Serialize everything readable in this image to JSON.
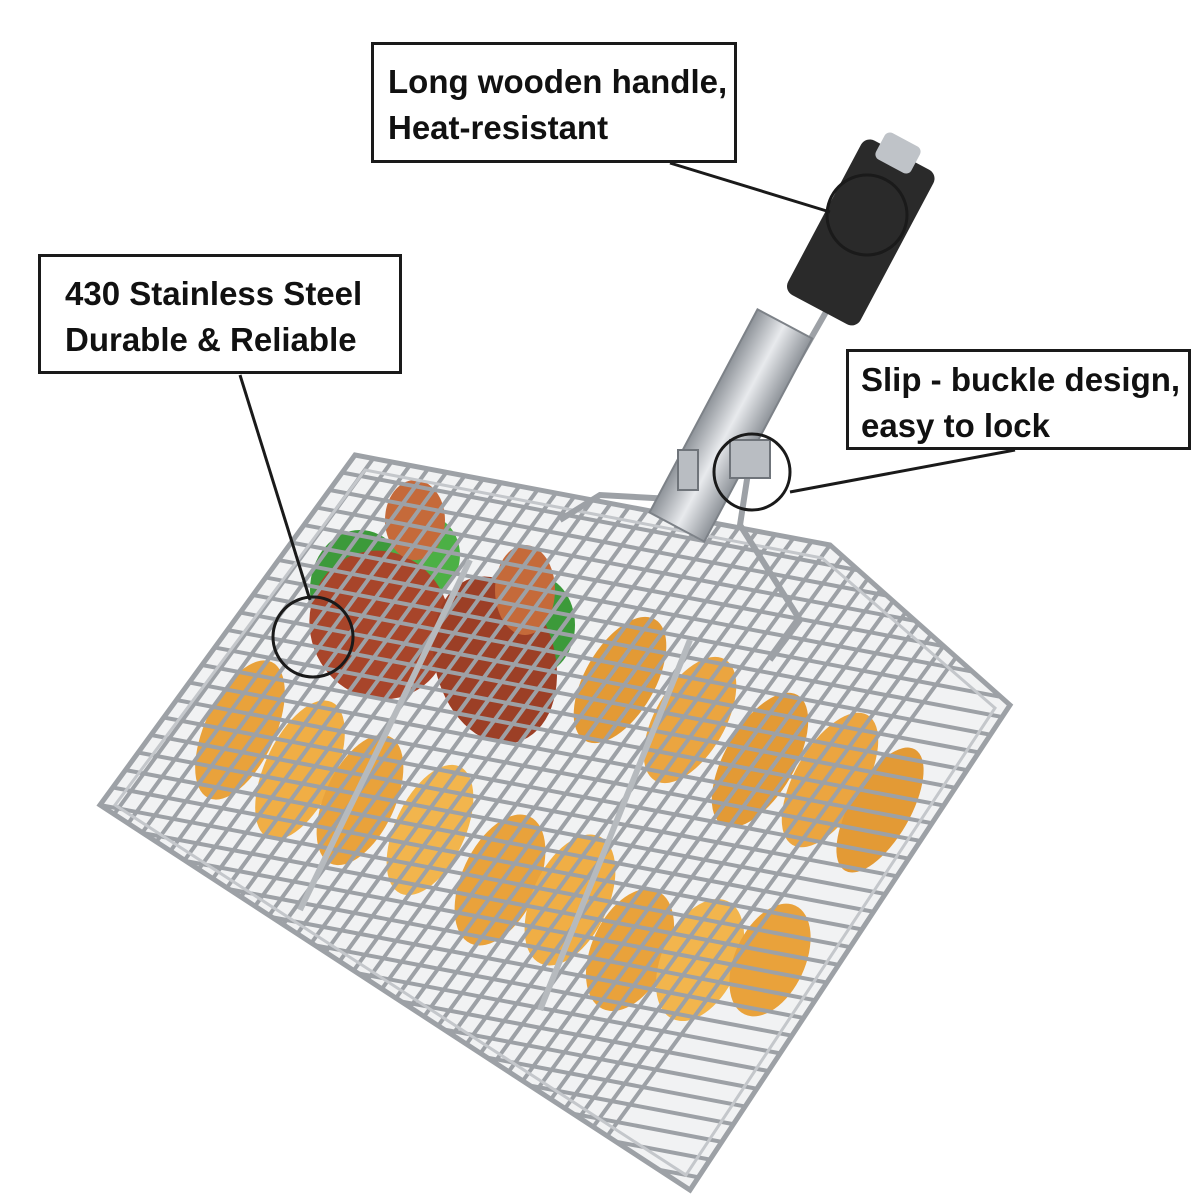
{
  "callouts": {
    "handle": {
      "line1": "Long wooden handle,",
      "line2": "Heat-resistant"
    },
    "steel": {
      "line1": "430 Stainless Steel",
      "line2": "Durable & Reliable"
    },
    "buckle": {
      "line1": "Slip - buckle design,",
      "line2": "easy to lock"
    }
  },
  "colors": {
    "background": "#ffffff",
    "wire": "#a9adb3",
    "handle": "#2a2a2a",
    "food_potato": "#e9a23b",
    "food_meat": "#a8452a",
    "pepper": "#3c9a3a",
    "outline": "#1a1a1a"
  },
  "icons": [
    "grill-basket-image"
  ]
}
